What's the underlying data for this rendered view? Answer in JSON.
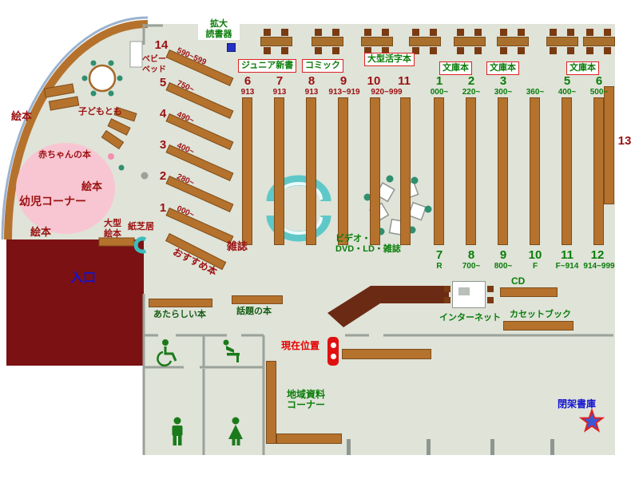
{
  "colors": {
    "floor": "#dfe3d8",
    "wall": "#7b1113",
    "shelf": "#b5722d",
    "text_red": "#9b1111",
    "text_green": "#0a7d0a",
    "text_blue": "#1313cf"
  },
  "top": {
    "magnifier": {
      "line1": "拡大",
      "line2": "読書器"
    },
    "categories": [
      "ジュニア新書",
      "コミック",
      "大型活字本",
      "文庫本",
      "文庫本",
      "文庫本"
    ]
  },
  "center_shelves": {
    "numbers": [
      "6",
      "7",
      "8",
      "9",
      "10",
      "11"
    ],
    "ranges": [
      "913",
      "913",
      "913",
      "913~919",
      "920~999"
    ]
  },
  "right_shelves": {
    "numbers": [
      "1",
      "2",
      "3",
      "5",
      "6"
    ],
    "ranges": [
      "000~",
      "220~",
      "300~",
      "360~",
      "400~",
      "500~"
    ],
    "bottom_numbers": [
      "7",
      "8",
      "9",
      "10",
      "11",
      "12"
    ],
    "bottom_ranges": [
      "R",
      "700~",
      "800~",
      "F",
      "F~914",
      "914~999"
    ]
  },
  "wall_shelf_number": "13",
  "diagonal_shelves": {
    "numbers": [
      "14",
      "5",
      "4",
      "3",
      "2",
      "1"
    ],
    "ranges": [
      "590~599",
      "750~",
      "490~",
      "400~",
      "280~",
      "000~"
    ]
  },
  "children_area": {
    "ehon_top": "絵本",
    "ehon_mid": "絵本",
    "ehon_bottom": "絵本",
    "kodomotomo": "子どもとも",
    "akachan": "赤ちゃんの本",
    "yoji_corner": "幼児コーナー",
    "baby_bed": {
      "line1": "ベビー",
      "line2": "ベッド"
    },
    "ogata_ehon": {
      "line1": "大型",
      "line2": "絵本"
    },
    "kamishibai": "紙芝居"
  },
  "labels": {
    "zasshi": "雑誌",
    "osusume": "おすすめ本",
    "video": {
      "line1": "ビデオ・",
      "line2": "DVD・LD・雑誌"
    },
    "atarashii": "あたらしい本",
    "wadai": "話題の本",
    "genzai": "現在位置",
    "chiiki": {
      "line1": "地域資料",
      "line2": "コーナー"
    },
    "cd": "CD",
    "internet": "インターネット",
    "cassette": "カセットブック",
    "heika": "閉架書庫",
    "iriguchi": "入口"
  }
}
